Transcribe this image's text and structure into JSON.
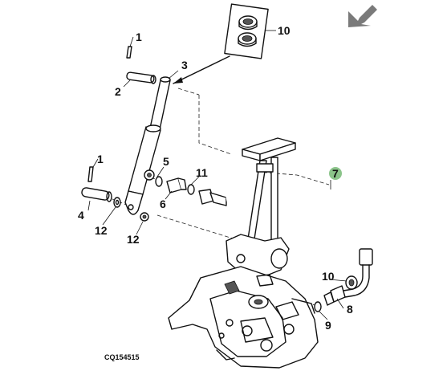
{
  "diagram": {
    "reference_code": "CQ154515",
    "callouts": [
      {
        "id": "c1a",
        "label": "1"
      },
      {
        "id": "c2",
        "label": "2"
      },
      {
        "id": "c3",
        "label": "3"
      },
      {
        "id": "c10",
        "label": "10"
      },
      {
        "id": "c1b",
        "label": "1"
      },
      {
        "id": "c5",
        "label": "5"
      },
      {
        "id": "c11",
        "label": "11"
      },
      {
        "id": "c6",
        "label": "6"
      },
      {
        "id": "c4",
        "label": "4"
      },
      {
        "id": "c12a",
        "label": "12"
      },
      {
        "id": "c12b",
        "label": "12"
      },
      {
        "id": "c7",
        "label": "7"
      },
      {
        "id": "c10b",
        "label": "10"
      },
      {
        "id": "c8",
        "label": "8"
      },
      {
        "id": "c9",
        "label": "9"
      }
    ],
    "highlight_color": "#8bc48a",
    "back_arrow": "back-arrow-icon"
  }
}
